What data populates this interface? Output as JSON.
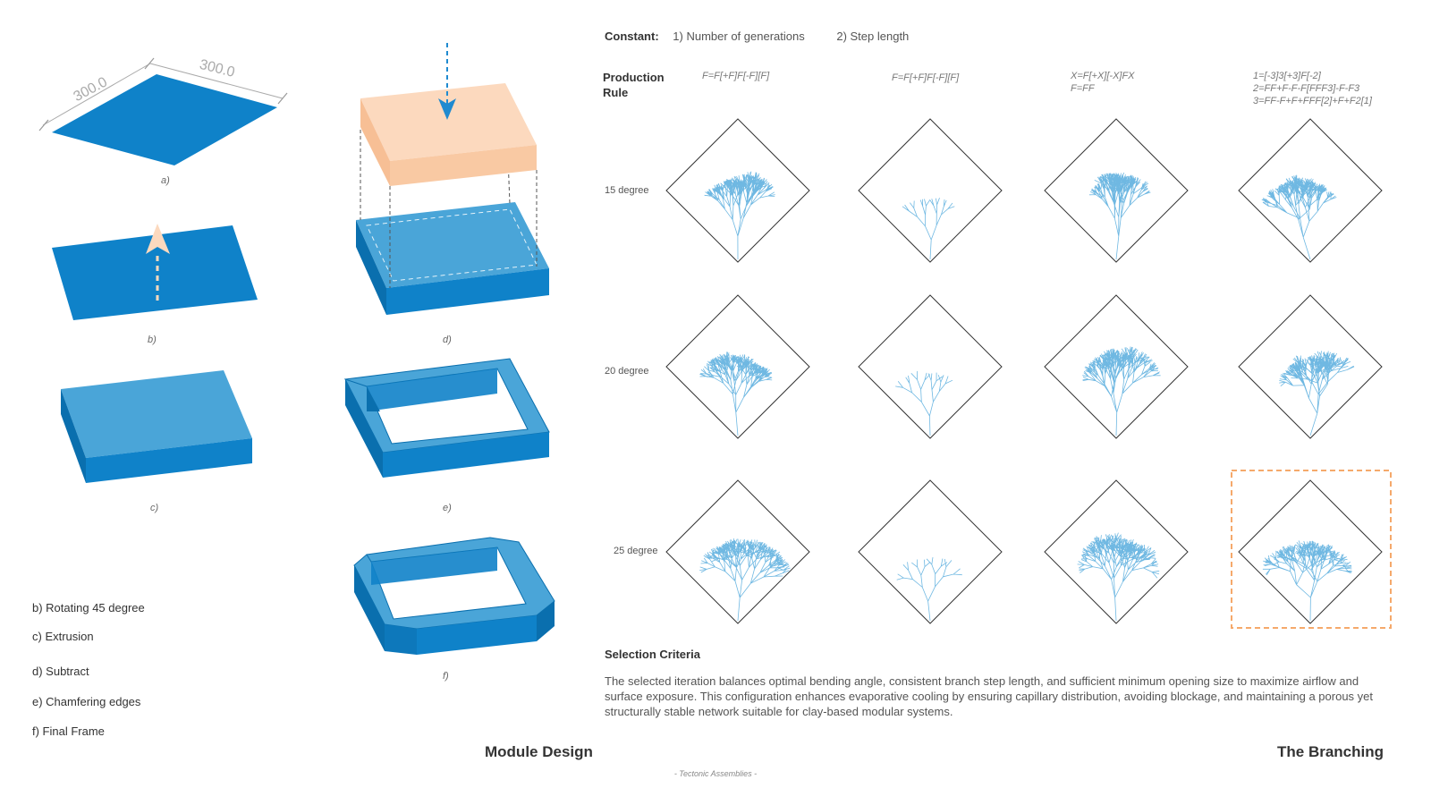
{
  "module": {
    "dim_left": "300.0",
    "dim_right": "300.0",
    "captions": [
      "a)",
      "b)",
      "c)",
      "d)",
      "e)",
      "f)"
    ],
    "steps": [
      "b) Rotating 45 degree",
      "c) Extrusion",
      "d) Subtract",
      "e) Chamfering edges",
      "f) Final Frame"
    ],
    "title": "Module Design",
    "colors": {
      "blue": "#0f82c9",
      "blue_light": "#4aa5d8",
      "peach": "#fcd9be",
      "peach_dark": "#f7bf95"
    }
  },
  "branching": {
    "constant_label": "Constant:",
    "constant_items": [
      "1) Number of generations",
      "2) Step length"
    ],
    "production_label": "Production Rule",
    "rules": [
      "F=F[+F]F[-F][F]",
      "F=F[+F]F[-F][F]",
      "X=F[+X][-X]FX\nF=FF",
      "1=[-3]3[+3]F[-2]\n2=FF+F-F-F[FFF3]-F-F3\n3=FF-F+F+FFF[2]+F+F2[1]"
    ],
    "degrees": [
      "15 degree",
      "20 degree",
      "25 degree"
    ],
    "selected": {
      "row": 2,
      "col": 3
    },
    "selection_title": "Selection Criteria",
    "selection_text": "The selected iteration balances optimal bending angle, consistent branch step length, and sufficient minimum opening size to maximize airflow and surface exposure. This configuration enhances evaporative cooling by ensuring capillary distribution, avoiding blockage, and maintaining a porous yet structurally stable network suitable for clay-based modular systems.",
    "title": "The Branching",
    "colors": {
      "branch": "#6fb8e2",
      "highlight": "#f5a96b"
    }
  },
  "footer": "- Tectonic Assemblies -"
}
